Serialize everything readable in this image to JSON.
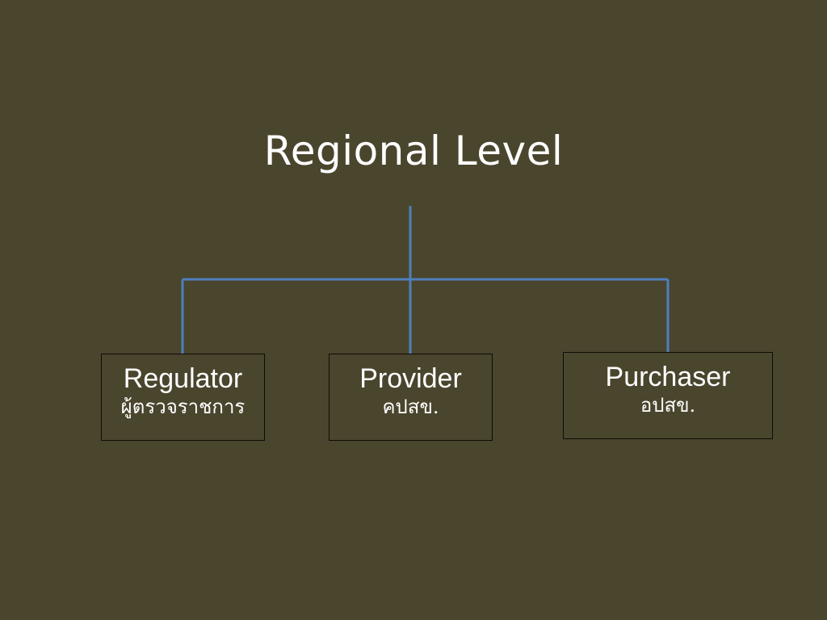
{
  "title": "Regional Level",
  "connector_color": "#4f7fbd",
  "boxes": [
    {
      "name": "Regulator",
      "subtitle": "ผู้ตรวจราชการ"
    },
    {
      "name": "Provider",
      "subtitle": "คปสข."
    },
    {
      "name": "Purchaser",
      "subtitle": "อปสข."
    }
  ]
}
